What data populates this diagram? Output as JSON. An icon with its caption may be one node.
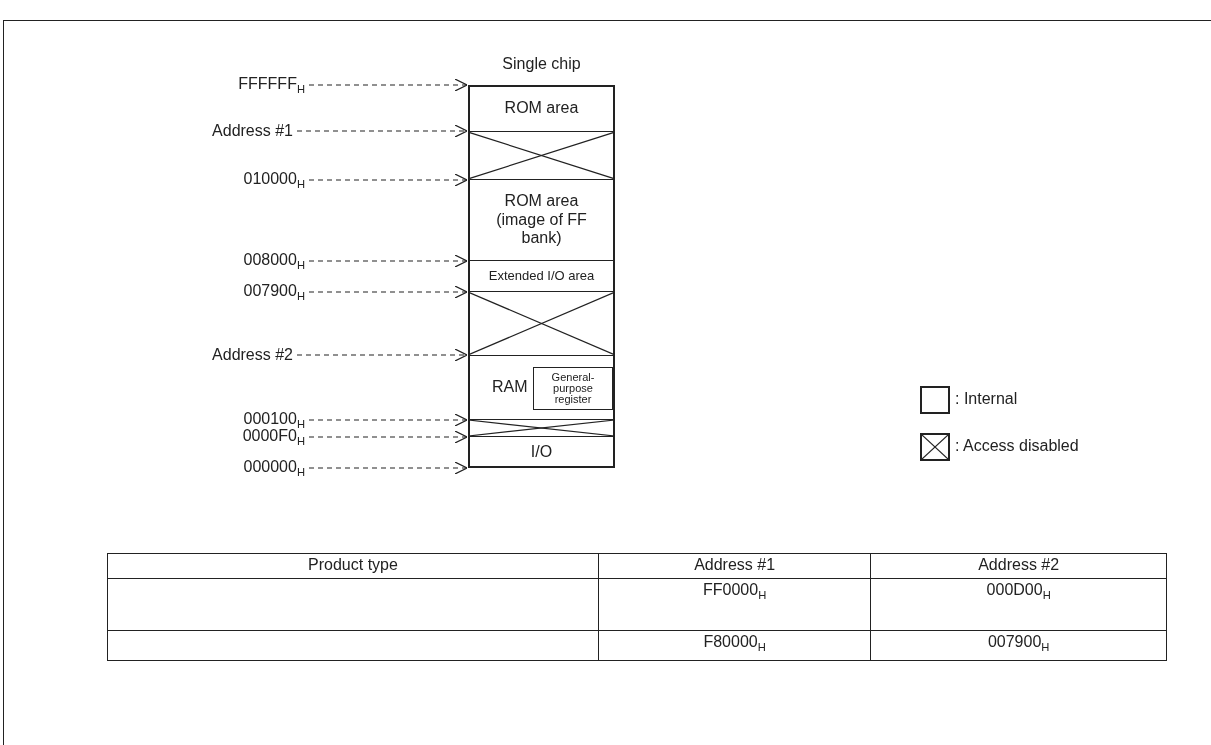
{
  "diagram": {
    "nodes": [
      {
        "text": [
          "Single chip"
        ]
      },
      {
        "text": [
          "ROM area"
        ],
        "in": 0
      },
      {
        "text": [],
        "shape": "box",
        "in": 0
      },
      {
        "text": [
          "ROM area (image of FF bank)"
        ],
        "in": 0
      },
      {
        "text": [
          "Extended I/O area"
        ],
        "in": 0
      },
      {
        "text": [],
        "shape": "box",
        "in": 0
      },
      {
        "text": [
          "RAM"
        ],
        "in": 0
      },
      {
        "text": [
          "General-purpose register"
        ],
        "in": 6
      },
      {
        "text": [],
        "shape": "box",
        "in": 0
      },
      {
        "text": [
          "I/O"
        ],
        "in": 0
      },
      {
        "text": [
          "FFFFFF$_{H}$"
        ]
      },
      {
        "text": [
          "Address #1"
        ]
      },
      {
        "text": [
          "010000$_{H}$"
        ]
      },
      {
        "text": [
          "008000$_{H}$"
        ]
      },
      {
        "text": [
          "007900$_{H}$"
        ]
      },
      {
        "text": [
          "Address #2"
        ]
      },
      {
        "text": [
          "000100$_{H}$"
        ]
      },
      {
        "text": [
          "0000F0$_{H}$"
        ]
      },
      {
        "text": [
          "000000$_{H}$"
        ]
      }
    ],
    "edges": [
      {
        "from": 10,
        "to": 0,
        "arrow": "to",
        "style": "dashed"
      },
      {
        "from": 11,
        "to": 0,
        "arrow": "to",
        "style": "dashed"
      },
      {
        "from": 12,
        "to": 0,
        "arrow": "to",
        "style": "dashed"
      },
      {
        "from": 13,
        "to": 0,
        "arrow": "to",
        "style": "dashed"
      },
      {
        "from": 14,
        "to": 0,
        "arrow": "to",
        "style": "dashed"
      },
      {
        "from": 15,
        "to": 0,
        "arrow": "to",
        "style": "dashed"
      },
      {
        "from": 16,
        "to": 0,
        "arrow": "to",
        "style": "dashed"
      },
      {
        "from": 17,
        "to": 0,
        "arrow": "to",
        "style": "dashed"
      },
      {
        "from": 18,
        "to": 0,
        "arrow": "to",
        "style": "dashed"
      }
    ],
    "labels": [
      "Product type",
      "Address #1",
      "Address #2",
      "FF0000$_{H}$",
      "000D00$_{H}$",
      "F80000$_{H}$",
      "007900$_{H}$"
    ],
    "legend": [
      {
        "text": ": Internal"
      },
      {
        "text": ": Access disabled"
      }
    ]
  }
}
